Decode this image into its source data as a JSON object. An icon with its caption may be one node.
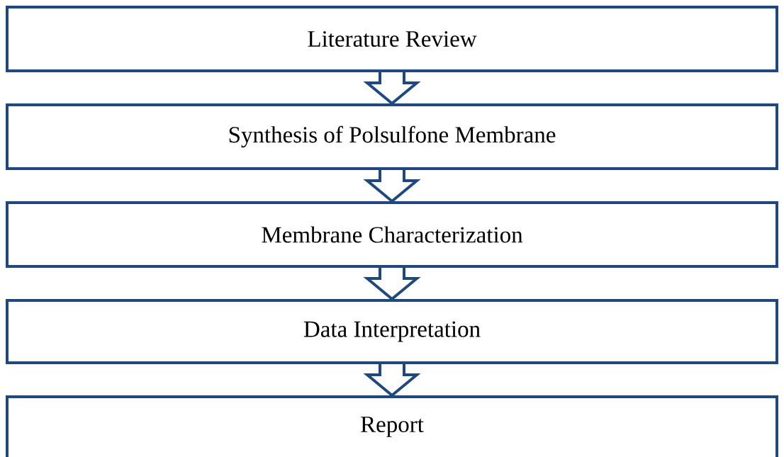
{
  "diagram": {
    "nodes": [
      {
        "text": [
          "Literature Review"
        ]
      },
      {
        "text": [
          "Synthesis of Polsulfone Membrane"
        ]
      },
      {
        "text": [
          "Membrane Characterization"
        ]
      },
      {
        "text": [
          "Data Interpretation"
        ]
      },
      {
        "text": [
          "Report"
        ]
      }
    ],
    "edges": [
      {
        "from": 0,
        "to": 1,
        "arrow": "to"
      },
      {
        "from": 1,
        "to": 2,
        "arrow": "to"
      },
      {
        "from": 2,
        "to": 3,
        "arrow": "to"
      },
      {
        "from": 3,
        "to": 4,
        "arrow": "to"
      }
    ]
  }
}
